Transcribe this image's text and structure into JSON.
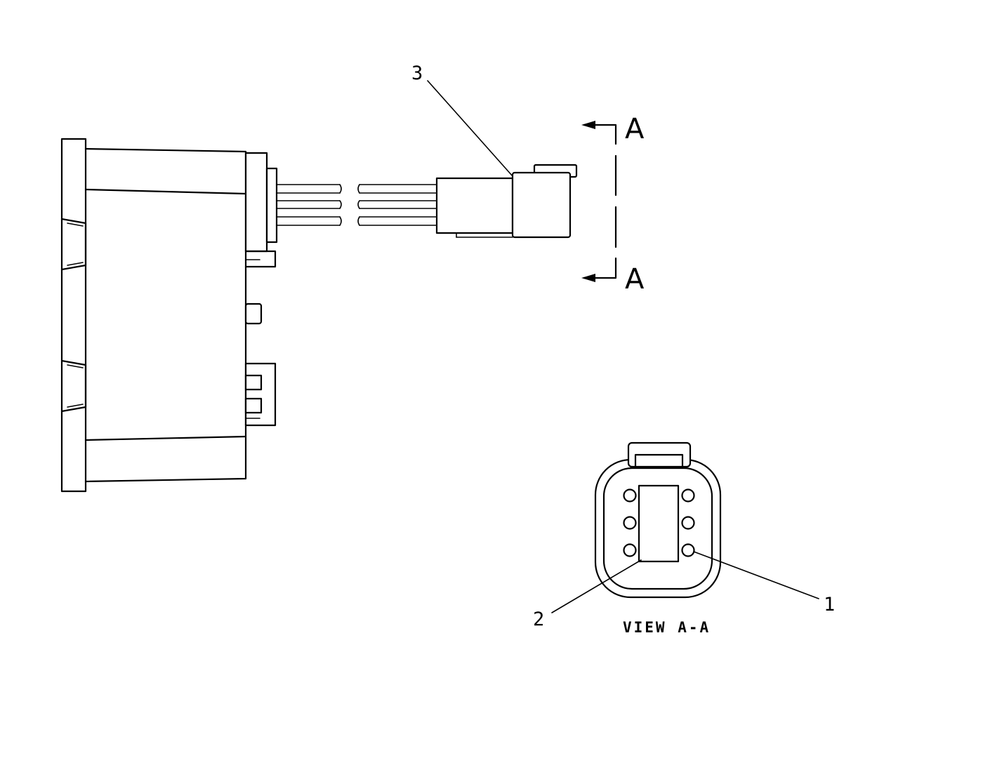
{
  "callouts": {
    "item_1": "1",
    "item_2": "2",
    "item_3": "3"
  },
  "section_markers": {
    "top": "A",
    "bottom": "A"
  },
  "view_caption": "VIEW A-A"
}
